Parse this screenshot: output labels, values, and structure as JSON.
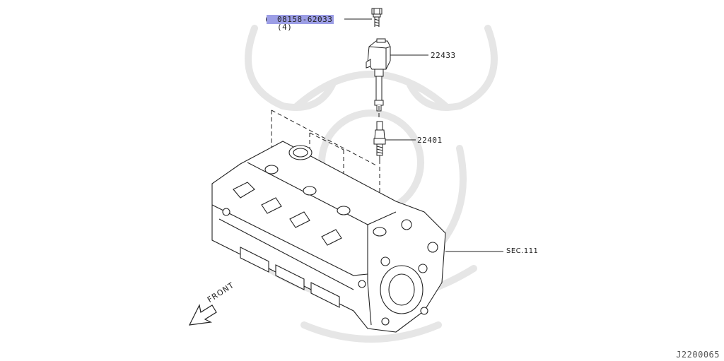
{
  "callouts": {
    "bolt": {
      "marker": "B",
      "part_number": "08158-62033",
      "quantity": "(4)"
    },
    "ignition_coil": "22433",
    "spark_plug": "22401",
    "cylinder_head": "SEC.111"
  },
  "direction_label": "FRONT",
  "diagram_ref": "J2200065",
  "colors": {
    "highlight": "#9c9ee6",
    "line": "#222222",
    "watermark": "#e6e6e6"
  },
  "icons": [
    "front-arrow-icon",
    "bolt-icon",
    "ignition-coil-icon",
    "spark-plug-icon"
  ]
}
